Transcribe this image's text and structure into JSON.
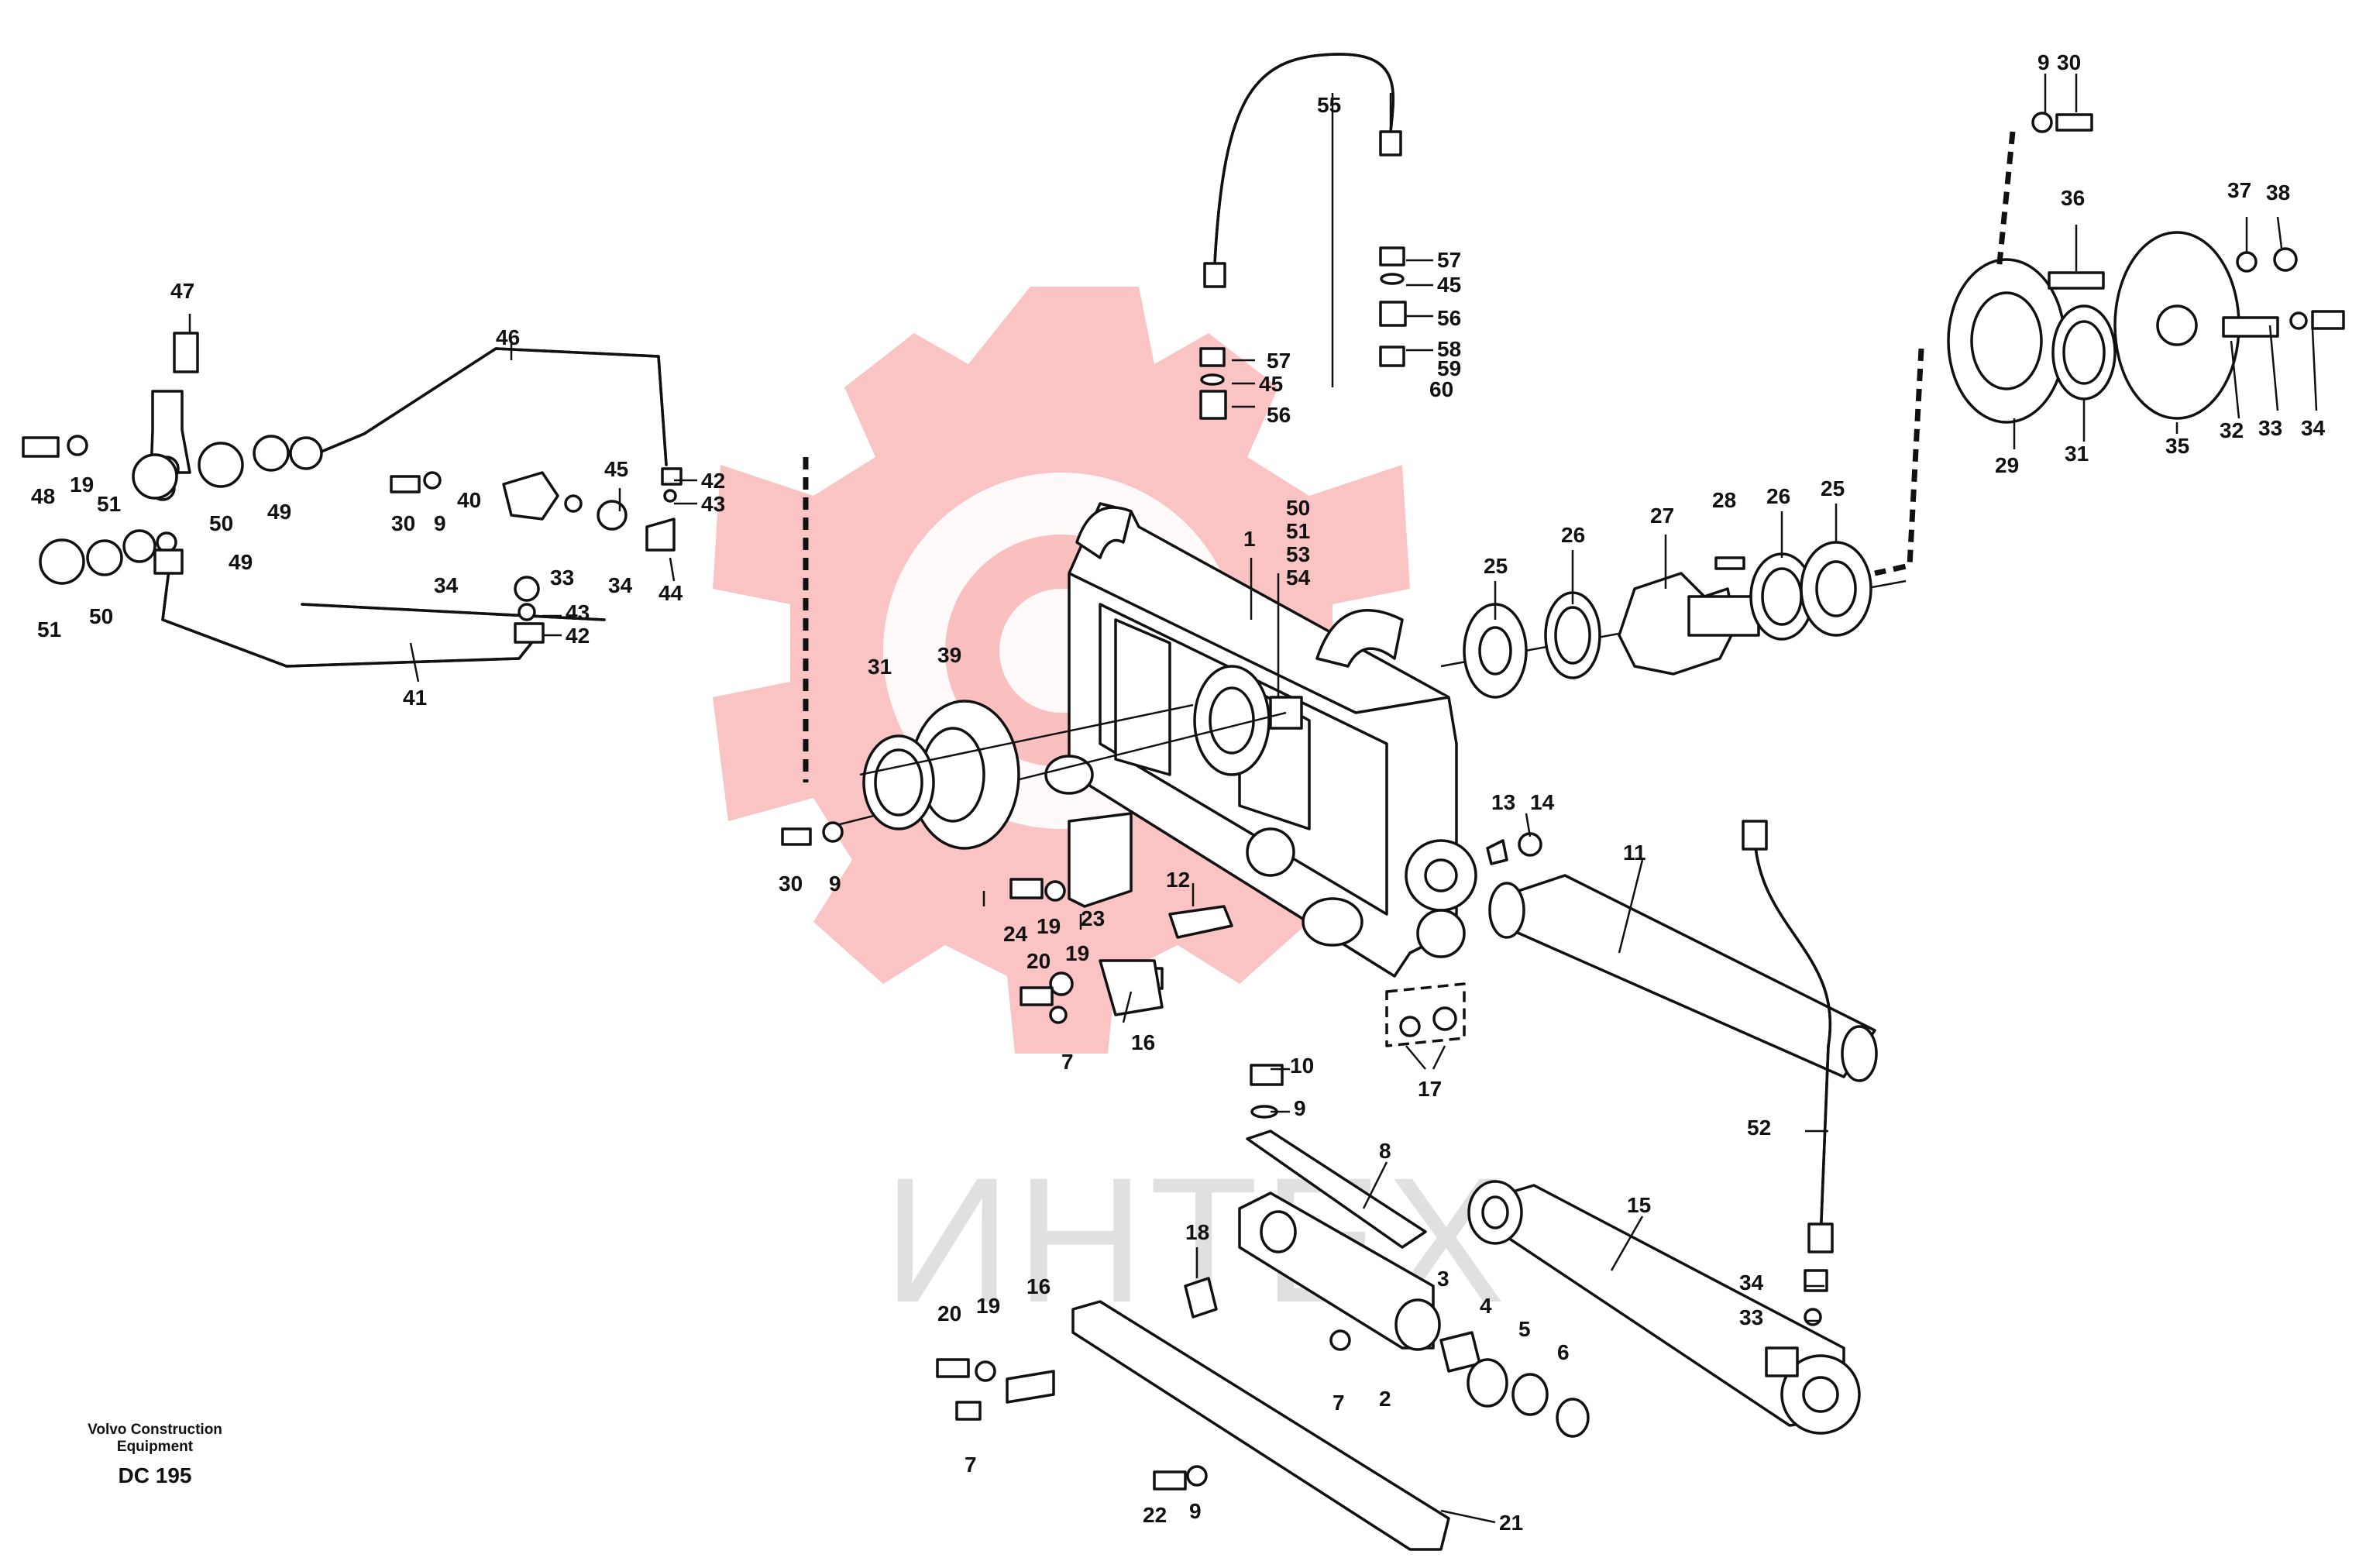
{
  "watermark": {
    "text": "ИНТЕХ",
    "color": "#f04848"
  },
  "caption": {
    "brand_line1": "Volvo Construction",
    "brand_line2": "Equipment",
    "code": "DC 195"
  },
  "labels": {
    "l1": "1",
    "l2": "2",
    "l3": "3",
    "l4": "4",
    "l5": "5",
    "l6": "6",
    "l7a": "7",
    "l7b": "7",
    "l7c": "7",
    "l8": "8",
    "l9a": "9",
    "l9b": "9",
    "l9c": "9",
    "l9d": "9",
    "l9e": "9",
    "l10": "10",
    "l11": "11",
    "l12": "12",
    "l13": "13",
    "l14": "14",
    "l15": "15",
    "l16a": "16",
    "l16b": "16",
    "l17": "17",
    "l18": "18",
    "l19a": "19",
    "l19b": "19",
    "l19c": "19",
    "l19d": "19",
    "l20a": "20",
    "l20b": "20",
    "l21": "21",
    "l22": "22",
    "l23": "23",
    "l24": "24",
    "l25a": "25",
    "l25b": "25",
    "l26a": "26",
    "l26b": "26",
    "l27": "27",
    "l28": "28",
    "l29": "29",
    "l30a": "30",
    "l30b": "30",
    "l30c": "30",
    "l31a": "31",
    "l31b": "31",
    "l32": "32",
    "l33a": "33",
    "l33b": "33",
    "l33c": "33",
    "l34a": "34",
    "l34b": "34",
    "l34c": "34",
    "l34d": "34",
    "l35": "35",
    "l36": "36",
    "l37": "37",
    "l38": "38",
    "l39": "39",
    "l40": "40",
    "l41": "41",
    "l42a": "42",
    "l42b": "42",
    "l43a": "43",
    "l43b": "43",
    "l44": "44",
    "l45a": "45",
    "l45b": "45",
    "l45c": "45",
    "l46": "46",
    "l47": "47",
    "l48": "48",
    "l49a": "49",
    "l49b": "49",
    "l50": "50",
    "l50a": "50",
    "l50b": "50",
    "l51": "51",
    "l51a": "51",
    "l51b": "51",
    "l52": "52",
    "l53": "53",
    "l54": "54",
    "l55": "55",
    "l56a": "56",
    "l56b": "56",
    "l57a": "57",
    "l57b": "57",
    "l58": "58",
    "l59": "59",
    "l60": "60"
  }
}
